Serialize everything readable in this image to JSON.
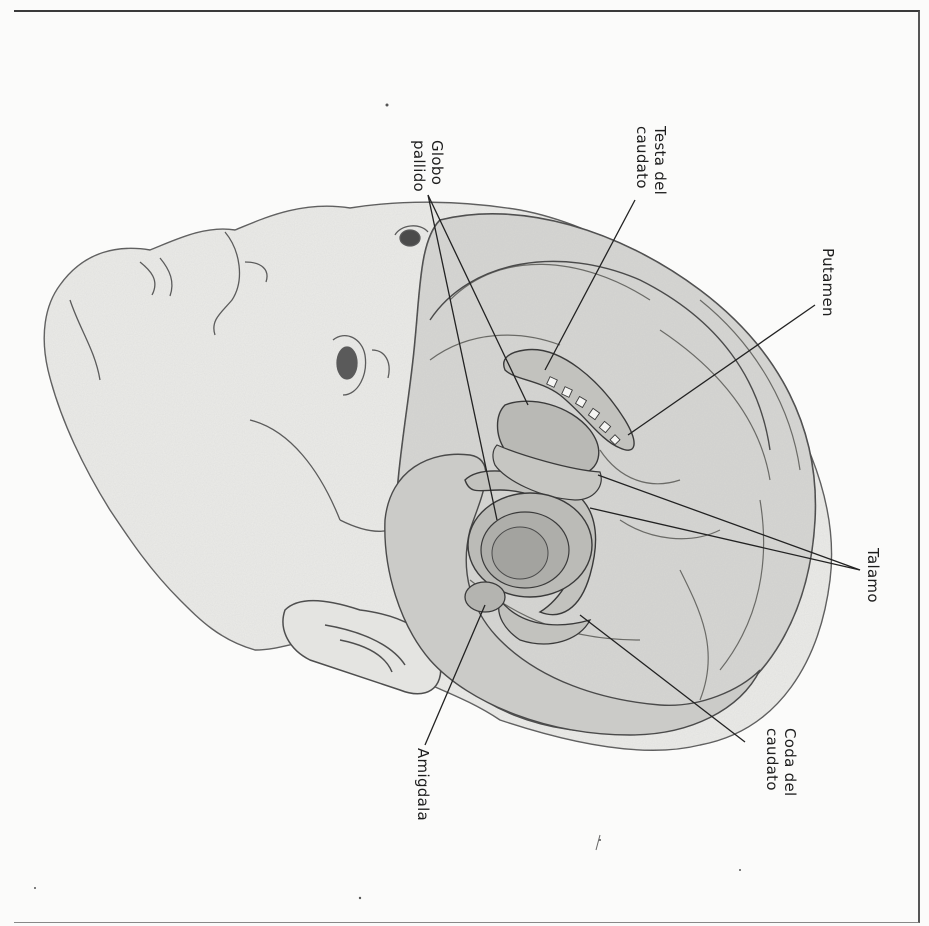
{
  "labels": {
    "testa_del_caudato": [
      "Testa del",
      "caudato"
    ],
    "globo_pallido": [
      "Globo",
      "pallido"
    ],
    "putamen": "Putamen",
    "talamo": "Talamo",
    "coda_del_caudato": [
      "Coda del",
      "caudato"
    ],
    "amigdala": "Amigdala"
  },
  "colors": {
    "ink": "#1e1e1e",
    "outline": "#3a3a3a",
    "structure_fill": "#c9c9c6",
    "brain_fill": "#d8d8d6",
    "skin_fill": "#e9e9e7"
  }
}
